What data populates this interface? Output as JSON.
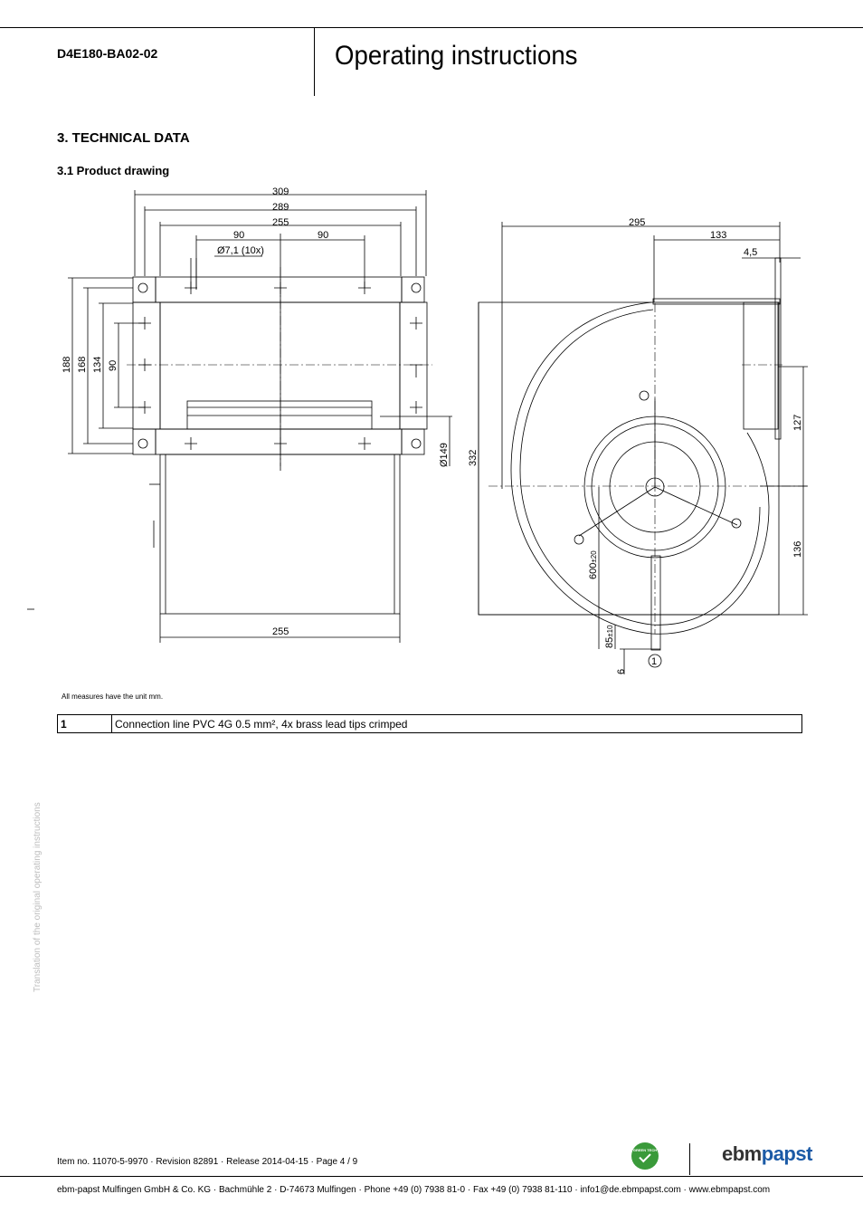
{
  "header": {
    "product_code": "D4E180-BA02-02",
    "title": "Operating instructions"
  },
  "section": {
    "heading": "3. TECHNICAL DATA",
    "subheading": "3.1 Product drawing"
  },
  "drawing": {
    "front_view": {
      "width_labels": [
        "309",
        "289",
        "255"
      ],
      "hole_spacing": [
        "90",
        "90"
      ],
      "hole_note": "Ø7,1 (10x)",
      "height_labels": [
        "188",
        "168",
        "134",
        "90"
      ],
      "outlet_diameter": "Ø149",
      "bottom_width": "255"
    },
    "side_view": {
      "top_dims": [
        "295",
        "133",
        "4,5"
      ],
      "left_height": "332",
      "right_dims": [
        "127",
        "136"
      ],
      "cable_length": "600",
      "cable_tolerance": "±20",
      "cable_end_length": "85",
      "cable_end_tolerance": "±10",
      "cable_offset": "6",
      "callout": "1"
    },
    "units_note": "All measures have the unit mm."
  },
  "legend": [
    {
      "num": "1",
      "text": "Connection line PVC 4G 0.5 mm², 4x brass lead tips crimped"
    }
  ],
  "side_note": "Translation of the original operating instructions",
  "footer": {
    "item_line": "Item no. 11070-5-9970 · Revision 82891 · Release 2014-04-15 · Page 4 / 9",
    "company_line": "ebm-papst Mulfingen GmbH & Co. KG · Bachmühle 2 · D-74673 Mulfingen · Phone +49 (0) 7938 81-0 · Fax +49 (0) 7938 81-110 · info1@de.ebmpapst.com · www.ebmpapst.com",
    "badge": "GREEN TECH",
    "logo_part1": "ebm",
    "logo_part2": "papst"
  },
  "colors": {
    "logo_blue": "#1b5aa6",
    "green_tech": "#3a9a3a"
  }
}
